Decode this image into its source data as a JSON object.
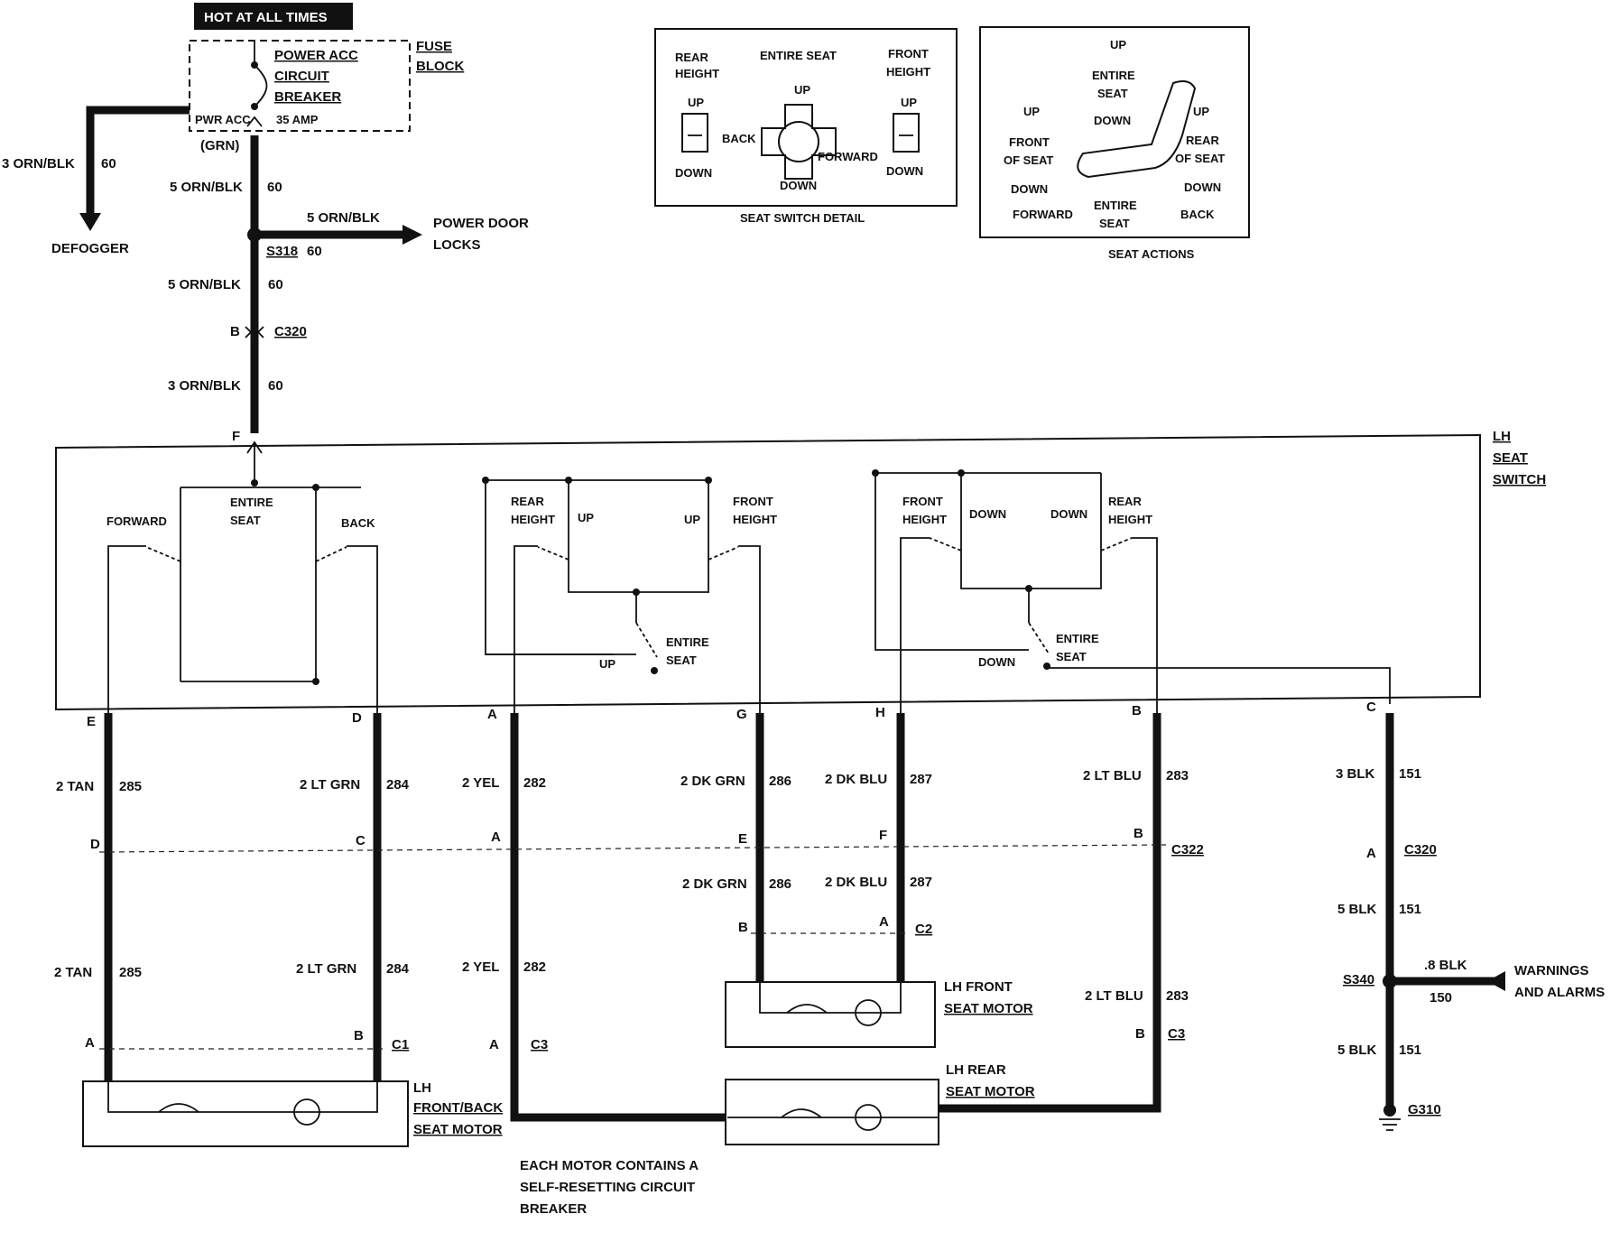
{
  "hot_at_all_times": "HOT AT ALL TIMES",
  "fuse_block": {
    "title1": "FUSE",
    "title2": "BLOCK",
    "cb1": "POWER ACC",
    "cb2": "CIRCUIT",
    "cb3": "BREAKER",
    "pwr_acc": "PWR ACC",
    "amp": "35 AMP",
    "grn": "(GRN)"
  },
  "defogger": {
    "wire": "3 ORN/BLK",
    "circuit": "60",
    "label": "DEFOGGER"
  },
  "feed": {
    "w1": "5 ORN/BLK",
    "c1": "60",
    "splice": "S318",
    "splice_c": "60",
    "w2": "5 ORN/BLK",
    "c2": "60",
    "conn_pin": "B",
    "conn": "C320",
    "w3": "3 ORN/BLK",
    "c3": "60",
    "pin_f": "F"
  },
  "power_door_locks": {
    "wire": "5 ORN/BLK",
    "label1": "POWER DOOR",
    "label2": "LOCKS"
  },
  "seat_switch_detail": {
    "title": "SEAT SWITCH DETAIL",
    "rear1": "REAR",
    "rear2": "HEIGHT",
    "entire": "ENTIRE SEAT",
    "front1": "FRONT",
    "front2": "HEIGHT",
    "up": "UP",
    "down": "DOWN",
    "back": "BACK",
    "forward": "FORWARD"
  },
  "seat_actions": {
    "title": "SEAT ACTIONS",
    "up": "UP",
    "down": "DOWN",
    "entire": "ENTIRE",
    "seat": "SEAT",
    "front": "FRONT",
    "of_seat": "OF SEAT",
    "rear": "REAR",
    "forward": "FORWARD",
    "back": "BACK"
  },
  "lh_seat_switch": {
    "l1": "LH",
    "l2": "SEAT",
    "l3": "SWITCH",
    "forward": "FORWARD",
    "entire": "ENTIRE",
    "seat": "SEAT",
    "back": "BACK",
    "rear": "REAR",
    "height": "HEIGHT",
    "up": "UP",
    "front": "FRONT",
    "down": "DOWN"
  },
  "wires": [
    {
      "pin": "E",
      "name": "2 TAN",
      "circuit": "285",
      "pin2": "D",
      "name2": "2 TAN",
      "circuit2": "285",
      "pin3": "A"
    },
    {
      "pin": "D",
      "name": "2 LT GRN",
      "circuit": "284",
      "pin2": "C",
      "name2": "2 LT GRN",
      "circuit2": "284",
      "pin3": "B"
    },
    {
      "pin": "A",
      "name": "2 YEL",
      "circuit": "282",
      "pin2": "A",
      "name2": "2 YEL",
      "circuit2": "282",
      "pin3": "A"
    },
    {
      "pin": "G",
      "name": "2 DK GRN",
      "circuit": "286",
      "pin2": "E",
      "name2": "2 DK GRN",
      "circuit2": "286",
      "pin3": "B"
    },
    {
      "pin": "H",
      "name": "2 DK BLU",
      "circuit": "287",
      "pin2": "F",
      "name2": "2 DK BLU",
      "circuit2": "287",
      "pin3": "A"
    },
    {
      "pin": "B",
      "name": "2 LT BLU",
      "circuit": "283",
      "pin2": "B",
      "name2": "2 LT BLU",
      "circuit2": "283",
      "pin3": "B"
    }
  ],
  "connectors": {
    "c322": "C322",
    "c1": "C1",
    "c2": "C2",
    "c3a": "C3",
    "c3b": "C3"
  },
  "ground": {
    "pin": "C",
    "w1": "3 BLK",
    "c1": "151",
    "conn_pin": "A",
    "conn": "C320",
    "w2": "5 BLK",
    "c2": "151",
    "splice": "S340",
    "w3": "5 BLK",
    "c3": "151",
    "gnd": "G310",
    "warn_wire": ".8 BLK",
    "warn_c": "150",
    "warn1": "WARNINGS",
    "warn2": "AND ALARMS"
  },
  "motors": {
    "fb1": "LH",
    "fb2": "FRONT/BACK",
    "fb3": "SEAT MOTOR",
    "f1": "LH FRONT",
    "f2": "SEAT MOTOR",
    "r1": "LH REAR",
    "r2": "SEAT MOTOR"
  },
  "note": {
    "l1": "EACH MOTOR CONTAINS A",
    "l2": "SELF-RESETTING CIRCUIT",
    "l3": "BREAKER"
  }
}
